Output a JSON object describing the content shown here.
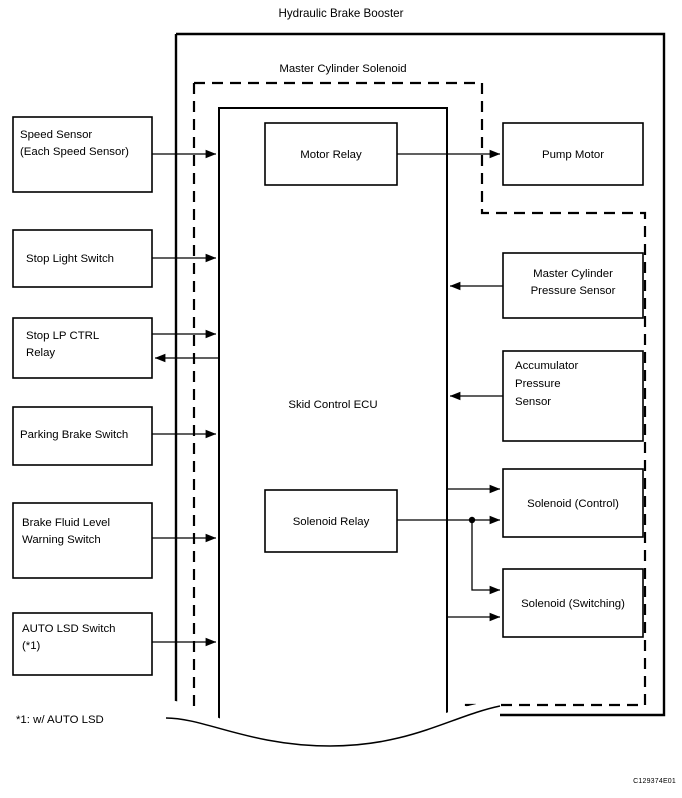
{
  "diagram": {
    "title": "Hydraulic Brake Booster",
    "inner_enclosure_label": "Master Cylinder Solenoid",
    "ecu_label": "Skid Control ECU",
    "footnote": "*1: w/ AUTO LSD",
    "figure_code": "C129374E01",
    "accent": "#000000",
    "background": "#ffffff"
  },
  "inputs": [
    {
      "id": "speed-sensor",
      "line1": "Speed Sensor",
      "line2": "(Each Speed Sensor)"
    },
    {
      "id": "stop-light-switch",
      "line1": "Stop Light Switch",
      "line2": ""
    },
    {
      "id": "stop-lp-ctrl-relay",
      "line1": "Stop LP CTRL",
      "line2": "Relay"
    },
    {
      "id": "parking-brake-switch",
      "line1": "Parking Brake Switch",
      "line2": ""
    },
    {
      "id": "brake-fluid-level-warning-switch",
      "line1": "Brake Fluid Level",
      "line2": "Warning Switch"
    },
    {
      "id": "auto-lsd-switch",
      "line1": "AUTO LSD Switch",
      "line2": "(*1)"
    }
  ],
  "ecu_blocks": [
    {
      "id": "motor-relay",
      "label": "Motor Relay"
    },
    {
      "id": "solenoid-relay",
      "label": "Solenoid Relay"
    }
  ],
  "outputs": [
    {
      "id": "pump-motor",
      "line1": "Pump Motor",
      "line2": "",
      "line3": ""
    },
    {
      "id": "master-cylinder-pressure-sensor",
      "line1": "Master Cylinder",
      "line2": "Pressure Sensor",
      "line3": ""
    },
    {
      "id": "accumulator-pressure-sensor",
      "line1": "Accumulator",
      "line2": "Pressure",
      "line3": "Sensor"
    },
    {
      "id": "solenoid-control",
      "line1": "Solenoid (Control)",
      "line2": "",
      "line3": ""
    },
    {
      "id": "solenoid-switching",
      "line1": "Solenoid (Switching)",
      "line2": "",
      "line3": ""
    }
  ]
}
